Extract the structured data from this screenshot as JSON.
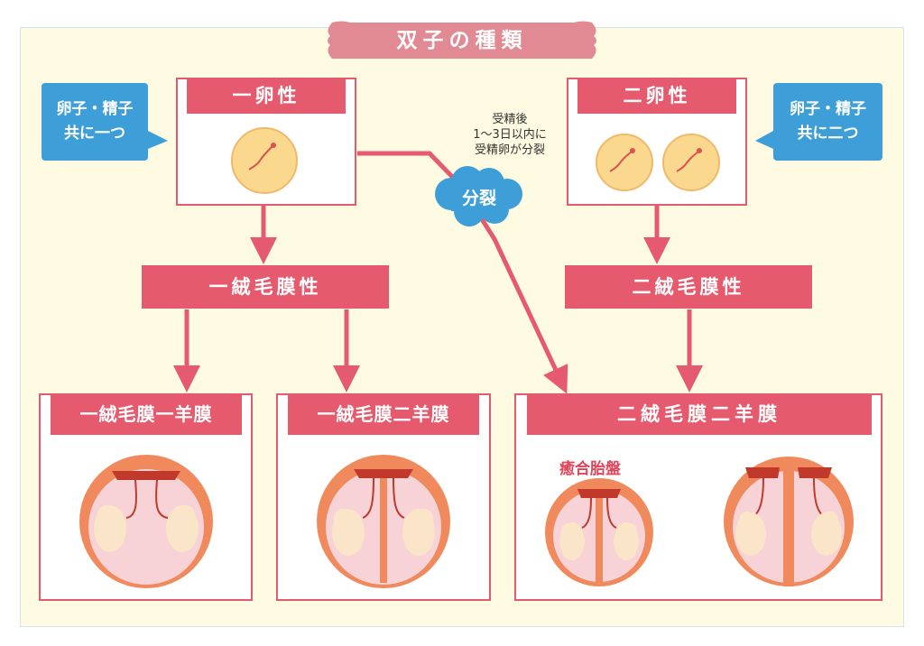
{
  "title": "双子の種類",
  "identical": {
    "label": "一卵性",
    "note": [
      "卵子・精子",
      "共に一つ"
    ]
  },
  "fraternal": {
    "label": "二卵性",
    "note": [
      "卵子・精子",
      "共に二つ"
    ]
  },
  "division_note": [
    "受精後",
    "1〜3日以内に",
    "受精卵が分裂"
  ],
  "division_cloud": "分裂",
  "mono_chorionic": "一絨毛膜性",
  "di_chorionic": "二絨毛膜性",
  "types": {
    "mono_mono": "一絨毛膜一羊膜",
    "mono_di": "一絨毛膜二羊膜",
    "di_di": "二絨毛膜二羊膜"
  },
  "fused_placenta": "癒合胎盤",
  "colors": {
    "accent": "#e65a6e",
    "note_blue": "#3e9fd8",
    "background": "#fefbe2",
    "egg": "#fad98f",
    "membrane": "#f7d2d6"
  }
}
